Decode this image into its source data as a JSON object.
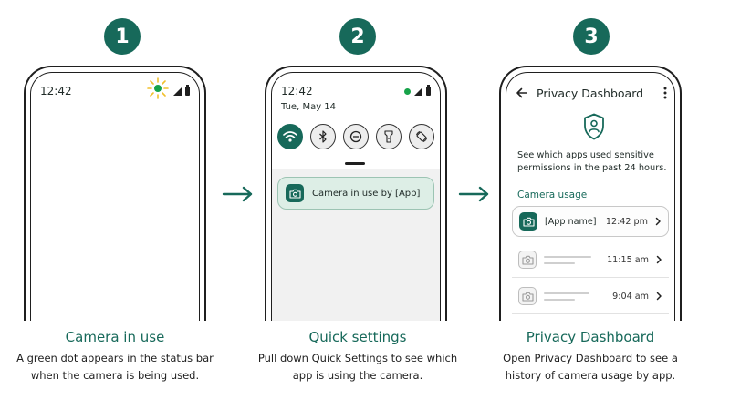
{
  "steps": [
    {
      "number": "1",
      "title": "Camera in use",
      "description": "A green dot appears in the status bar when the camera is being used.",
      "phone": {
        "time": "12:42"
      }
    },
    {
      "number": "2",
      "title": "Quick settings",
      "description": "Pull down Quick Settings to see which app is using the camera.",
      "phone": {
        "time": "12:42",
        "date": "Tue, May 14",
        "tiles": [
          "wifi-icon",
          "bluetooth-icon",
          "do-not-disturb-icon",
          "flashlight-icon",
          "auto-rotate-icon"
        ],
        "notification": "Camera in use by [App]"
      }
    },
    {
      "number": "3",
      "title": "Privacy Dashboard",
      "description": "Open Privacy Dashboard to see a history of camera usage by app.",
      "phone": {
        "header_title": "Privacy Dashboard",
        "description": "See which apps used sensitive permissions in the past 24 hours.",
        "section_title": "Camera usage",
        "rows": [
          {
            "name": "[App name]",
            "time": "12:42 pm"
          },
          {
            "name": "",
            "time": "11:15 am"
          },
          {
            "name": "",
            "time": "9:04 am"
          }
        ]
      }
    }
  ],
  "colors": {
    "accent": "#17695a",
    "status_dot": "#17a34a",
    "notification_bg": "#ddeee6"
  }
}
